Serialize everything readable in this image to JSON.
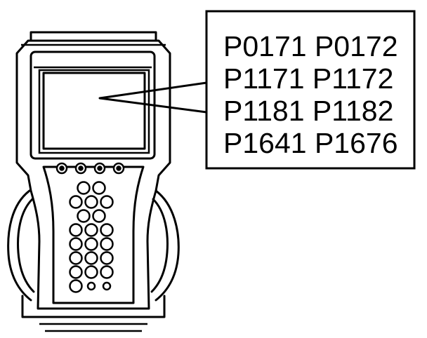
{
  "callout": {
    "codes": [
      "P0171 P0172",
      "P1171 P1172",
      "P1181 P1182",
      "P1641 P1676"
    ]
  },
  "device": {
    "icon": "handheld-scan-tool-icon",
    "top_buttons": 4,
    "keypad_rows": [
      2,
      3,
      2,
      3,
      3,
      3,
      3,
      3
    ]
  },
  "colors": {
    "line": "#000000",
    "background": "#ffffff"
  }
}
